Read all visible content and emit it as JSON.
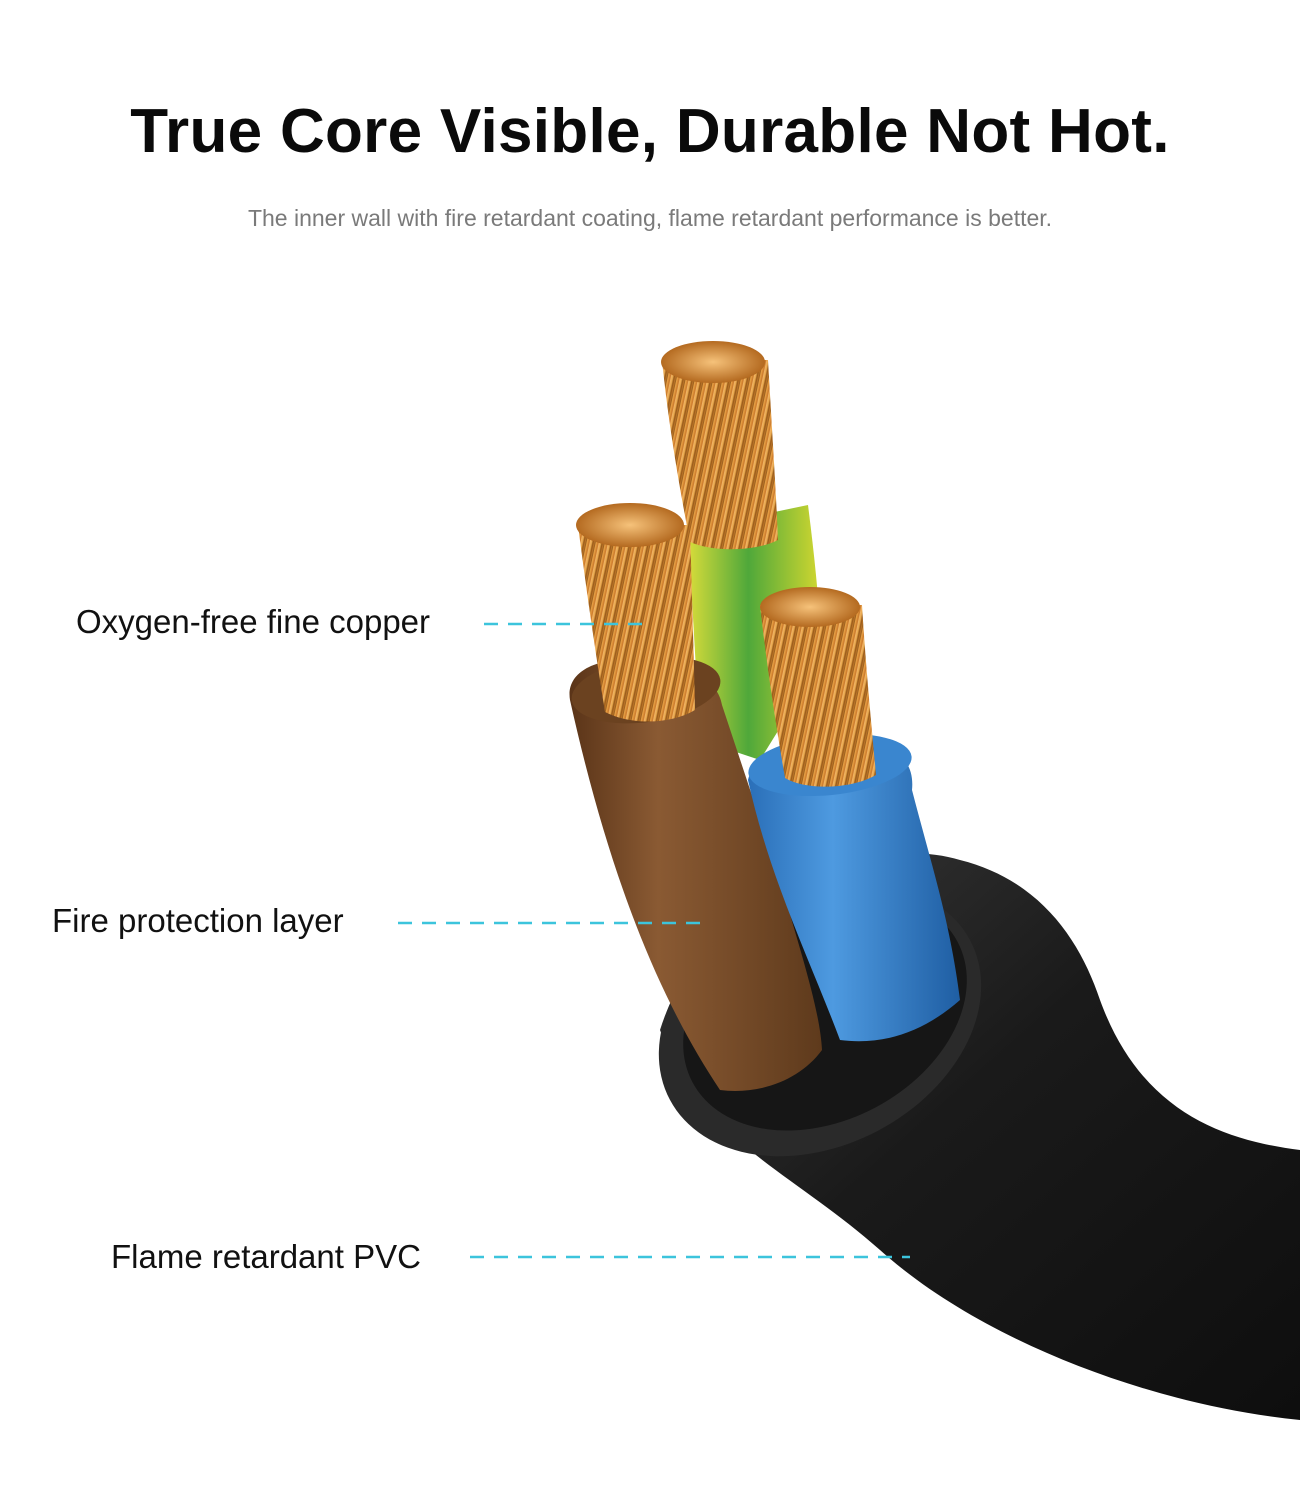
{
  "header": {
    "title": "True Core Visible, Durable Not Hot.",
    "subtitle": "The inner wall with fire retardant coating, flame retardant performance is better."
  },
  "callouts": [
    {
      "label": "Oxygen-free fine copper"
    },
    {
      "label": "Fire protection layer"
    },
    {
      "label": "Flame retardant PVC"
    }
  ],
  "colors": {
    "leader_line": "#3cc4dc",
    "copper": "#d98a2b",
    "brown_insulation": "#7a4a25",
    "blue_insulation": "#2f7fc8",
    "yellow_green_insulation": "#c9d12a",
    "outer_jacket": "#1c1c1c"
  }
}
